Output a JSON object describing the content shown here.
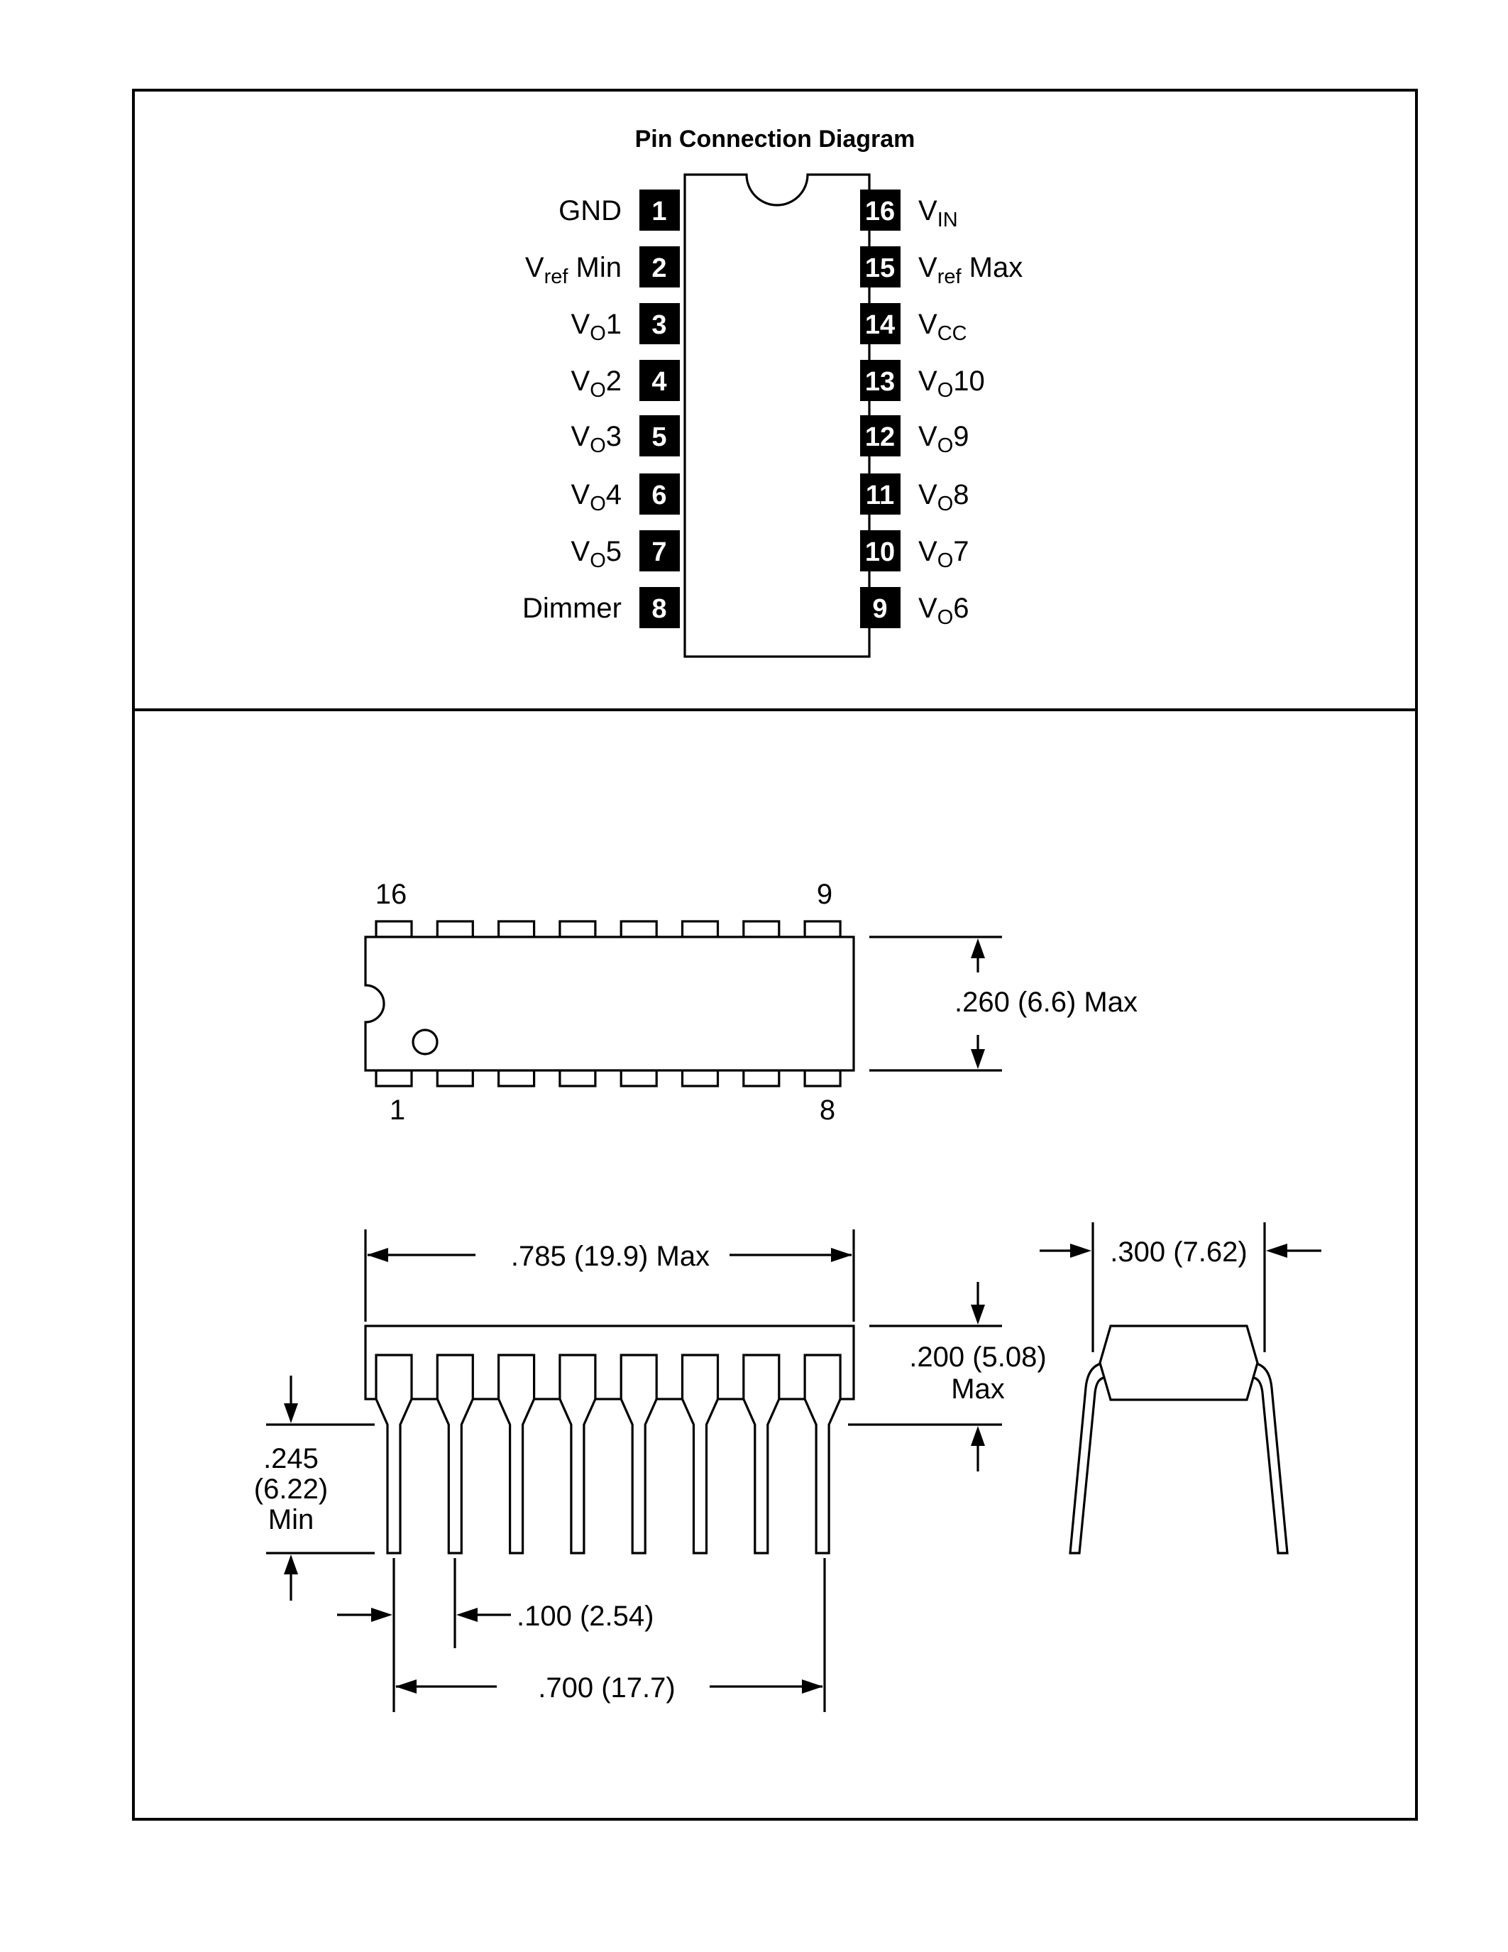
{
  "pin_diagram": {
    "title": "Pin Connection Diagram",
    "left_pins": [
      {
        "num": "1",
        "name": "GND",
        "sub": "",
        "suffix": ""
      },
      {
        "num": "2",
        "name": "V",
        "sub": "ref",
        "suffix": " Min"
      },
      {
        "num": "3",
        "name": "V",
        "sub": "O",
        "suffix": "1"
      },
      {
        "num": "4",
        "name": "V",
        "sub": "O",
        "suffix": "2"
      },
      {
        "num": "5",
        "name": "V",
        "sub": "O",
        "suffix": "3"
      },
      {
        "num": "6",
        "name": "V",
        "sub": "O",
        "suffix": "4"
      },
      {
        "num": "7",
        "name": "V",
        "sub": "O",
        "suffix": "5"
      },
      {
        "num": "8",
        "name": "Dimmer",
        "sub": "",
        "suffix": ""
      }
    ],
    "right_pins": [
      {
        "num": "16",
        "name": "V",
        "sub": "IN",
        "suffix": ""
      },
      {
        "num": "15",
        "name": "V",
        "sub": "ref",
        "suffix": " Max"
      },
      {
        "num": "14",
        "name": "V",
        "sub": "CC",
        "suffix": ""
      },
      {
        "num": "13",
        "name": "V",
        "sub": "O",
        "suffix": "10"
      },
      {
        "num": "12",
        "name": "V",
        "sub": "O",
        "suffix": "9"
      },
      {
        "num": "11",
        "name": "V",
        "sub": "O",
        "suffix": "8"
      },
      {
        "num": "10",
        "name": "V",
        "sub": "O",
        "suffix": "7"
      },
      {
        "num": "9",
        "name": "V",
        "sub": "O",
        "suffix": "6"
      }
    ]
  },
  "package_drawing": {
    "top_view": {
      "corner_labels": {
        "top_left": "16",
        "top_right": "9",
        "bottom_left": "1",
        "bottom_right": "8"
      },
      "width_dim": ".260 (6.6) Max"
    },
    "side_view": {
      "length_dim": ".785 (19.9) Max",
      "height_dim_line1": ".200 (5.08)",
      "height_dim_line2": "Max",
      "lead_len_line1": ".245",
      "lead_len_line2": "(6.22)",
      "lead_len_line3": "Min",
      "pitch_dim": ".100 (2.54)",
      "span_dim": ".700 (17.7)"
    },
    "end_view": {
      "row_spacing_dim": ".300 (7.62)"
    }
  }
}
